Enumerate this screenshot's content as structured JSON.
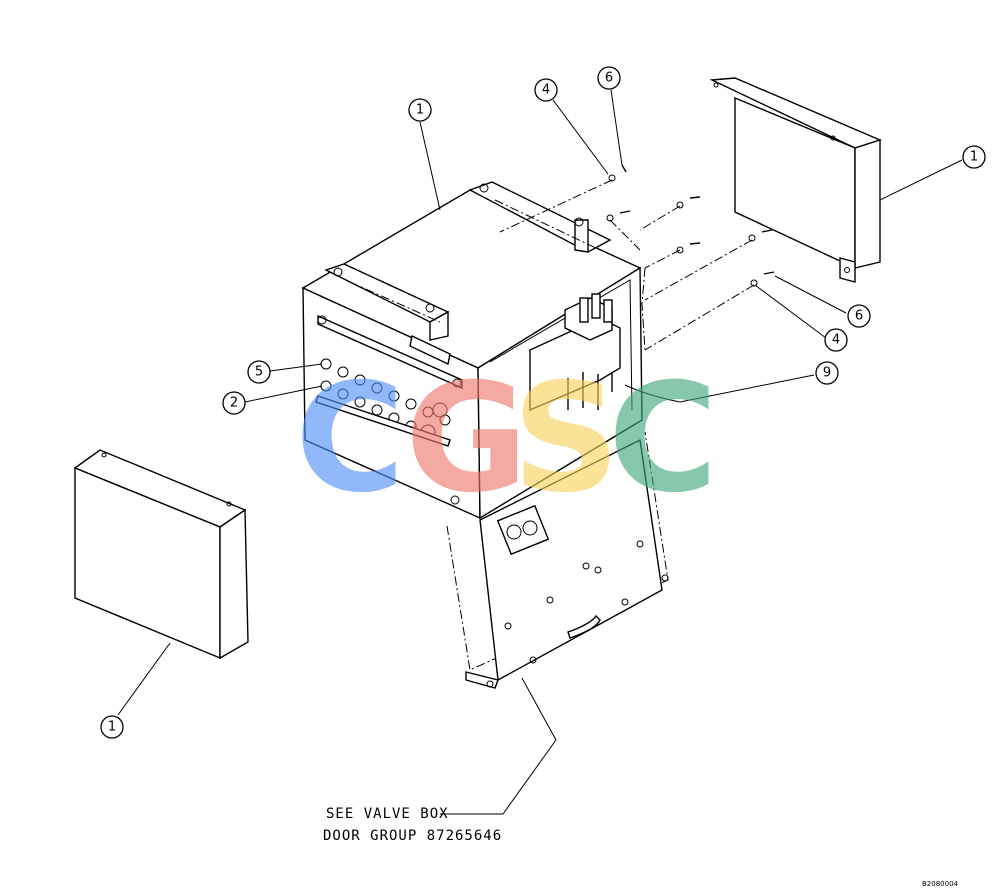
{
  "callouts": [
    {
      "id": "c1",
      "label": "1"
    },
    {
      "id": "c2",
      "label": "4"
    },
    {
      "id": "c3",
      "label": "6"
    },
    {
      "id": "c4",
      "label": "1"
    },
    {
      "id": "c5",
      "label": "6"
    },
    {
      "id": "c6",
      "label": "4"
    },
    {
      "id": "c7",
      "label": "9"
    },
    {
      "id": "c8",
      "label": "5"
    },
    {
      "id": "c9",
      "label": "2"
    },
    {
      "id": "c10",
      "label": "1"
    }
  ],
  "note": {
    "line1": "SEE VALVE BOX",
    "line2": "DOOR GROUP 87265646"
  },
  "watermark": {
    "letters": [
      {
        "char": "C",
        "color": "#4f8ef7"
      },
      {
        "char": "G",
        "color": "#f0766b"
      },
      {
        "char": "S",
        "color": "#f7d25a"
      },
      {
        "char": "C",
        "color": "#3fa57a"
      }
    ]
  },
  "corner_code": "B2080004"
}
